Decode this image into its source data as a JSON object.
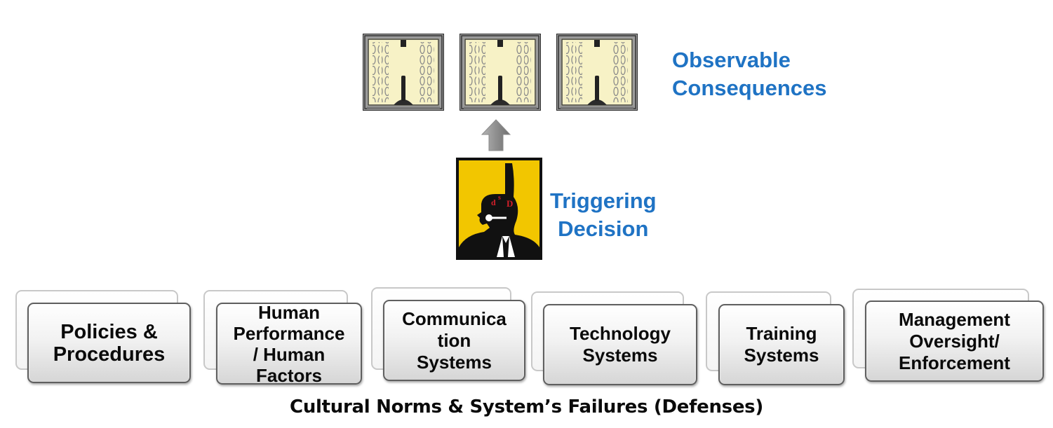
{
  "consequences": {
    "label_lines": [
      "Observable",
      "Consequences"
    ],
    "icon": "chained-door-icon",
    "count": 3
  },
  "decision": {
    "label_lines": [
      "Triggering",
      "Decision"
    ],
    "icon": "open-head-thinking-icon",
    "head_letters": [
      "d",
      "s",
      "D"
    ]
  },
  "arrow_icon": "up-arrow-icon",
  "defenses": [
    {
      "lines": [
        "Policies &",
        "Procedures"
      ]
    },
    {
      "lines": [
        "Human",
        "Performance",
        "/ Human",
        "Factors"
      ]
    },
    {
      "lines": [
        "Communica",
        "tion",
        "Systems"
      ]
    },
    {
      "lines": [
        "Technology",
        "Systems"
      ]
    },
    {
      "lines": [
        "Training",
        "Systems"
      ]
    },
    {
      "lines": [
        "Management",
        "Oversight/",
        "Enforcement"
      ]
    }
  ],
  "footer": "Cultural Norms & System’s Failures (Defenses)",
  "colors": {
    "label_blue": "#1f73c4",
    "head_panel": "#f2c600",
    "door_fill": "#f7f2c6",
    "door_frame": "#6b6b6b",
    "arrow": "#8c8c8c"
  }
}
